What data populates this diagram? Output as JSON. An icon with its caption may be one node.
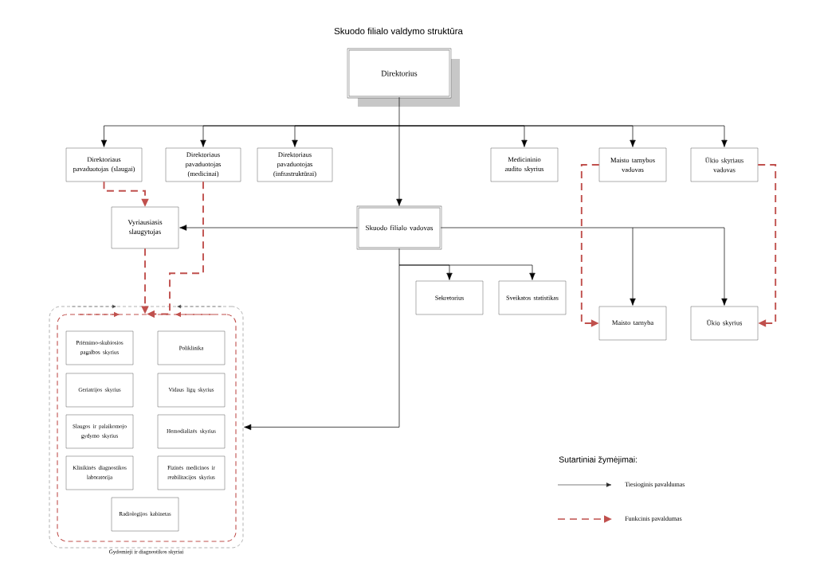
{
  "diagram": {
    "title": "Skuodo filialo valdymo struktūra",
    "nodes": [
      {
        "text": [
          "Direktorius"
        ]
      },
      {
        "text": [
          "Direktoriaus pavaduotojas (slaugai)"
        ]
      },
      {
        "text": [
          "Direktoriaus pavaduotojas (medicinai)"
        ]
      },
      {
        "text": [
          "Direktoriaus pavaduotojas (infrastruktūrai)"
        ]
      },
      {
        "text": [
          "Medicininio audito skyrius"
        ]
      },
      {
        "text": [
          "Maisto tarnybos vadovas"
        ]
      },
      {
        "text": [
          "Ūkio skyriaus vadovas"
        ]
      },
      {
        "text": [
          "Vyriausiasis slaugytojas"
        ]
      },
      {
        "text": [
          "Skuodo filialo vadovas"
        ]
      },
      {
        "text": [
          "Sekretorius"
        ]
      },
      {
        "text": [
          "Sveikatos statistikas"
        ]
      },
      {
        "text": [
          "Maisto tarnyba"
        ]
      },
      {
        "text": [
          "Ūkio skyrius"
        ]
      },
      {
        "text": [
          "Gydomieji ir diagnostikos skyriai"
        ]
      },
      {
        "text": [],
        "shape": "box",
        "in": 13
      },
      {
        "text": [
          "Priėmimo-skubiosios pagalbos skyrius"
        ],
        "in": 14
      },
      {
        "text": [
          "Poliklinika"
        ],
        "in": 14
      },
      {
        "text": [
          "Geriatrijos skyrius"
        ],
        "in": 14
      },
      {
        "text": [
          "Vidaus ligų skyrius"
        ],
        "in": 14
      },
      {
        "text": [
          "Slaugos ir palaikomojo gydymo skyrius"
        ],
        "in": 14
      },
      {
        "text": [
          "Hemodializės skyrius"
        ],
        "in": 14
      },
      {
        "text": [
          "Klinikinės diagnostikos laboratorija"
        ],
        "in": 14
      },
      {
        "text": [
          "Fizinės medicinos ir reabilitacijos skyrius"
        ],
        "in": 14
      },
      {
        "text": [
          "Radiologijos kabinetas"
        ],
        "in": 14
      }
    ],
    "edges": [
      {
        "from": 0,
        "to": 1,
        "arrow": "to"
      },
      {
        "from": 0,
        "to": 2,
        "arrow": "to"
      },
      {
        "from": 0,
        "to": 3,
        "arrow": "to"
      },
      {
        "from": 0,
        "to": 4,
        "arrow": "to"
      },
      {
        "from": 0,
        "to": 5,
        "arrow": "to"
      },
      {
        "from": 0,
        "to": 6,
        "arrow": "to"
      },
      {
        "from": 0,
        "to": 8,
        "arrow": "to"
      },
      {
        "from": 8,
        "to": 7,
        "arrow": "to"
      },
      {
        "from": 8,
        "to": 11,
        "arrow": "to"
      },
      {
        "from": 8,
        "to": 12,
        "arrow": "to"
      },
      {
        "from": 8,
        "to": 9,
        "arrow": "to"
      },
      {
        "from": 8,
        "to": 10,
        "arrow": "to"
      },
      {
        "from": 8,
        "to": 13,
        "arrow": "to"
      },
      {
        "from": 1,
        "to": 7,
        "arrow": "to",
        "style": "dashed",
        "color": "#c0504d"
      },
      {
        "from": 2,
        "to": 14,
        "arrow": "to",
        "style": "dashed",
        "color": "#c0504d"
      },
      {
        "from": 7,
        "to": 14,
        "arrow": "to",
        "style": "dashed",
        "color": "#c0504d"
      },
      {
        "from": 5,
        "to": 11,
        "arrow": "to",
        "style": "dashed",
        "color": "#c0504d"
      },
      {
        "from": 6,
        "to": 12,
        "arrow": "to",
        "style": "dashed",
        "color": "#c0504d"
      }
    ],
    "labels": [
      "Sutartiniai žymėjimai:"
    ],
    "legend": [
      {
        "text": "Tiesioginis pavaldumas"
      },
      {
        "text": "Funkcinis pavaldumas"
      }
    ]
  }
}
